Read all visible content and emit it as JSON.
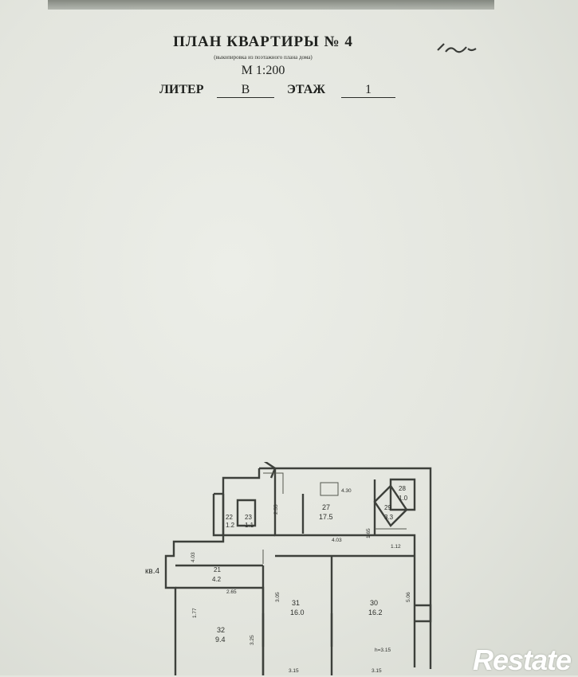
{
  "header": {
    "title": "ПЛАН КВАРТИРЫ № 4",
    "subtitle": "(выкопировка из поэтажного плана дома)",
    "scale": "М 1:200",
    "liter_label": "ЛИТЕР",
    "liter_value": "В",
    "floor_label": "ЭТАЖ",
    "floor_value": "1"
  },
  "plan": {
    "unit_label": "кв.4",
    "rooms": [
      {
        "number": "22",
        "area": "1.2"
      },
      {
        "number": "23",
        "area": "1.1"
      },
      {
        "number": "27",
        "area": "17.5"
      },
      {
        "number": "28",
        "area": "1.0"
      },
      {
        "number": "29",
        "area": "3.3"
      },
      {
        "number": "21",
        "area": "4.2"
      },
      {
        "number": "31",
        "area": "16.0"
      },
      {
        "number": "30",
        "area": "16.2"
      },
      {
        "number": "32",
        "area": "9.4"
      }
    ],
    "dimensions": [
      "4.30",
      "2.55",
      "4.03",
      "1.12",
      "1.65",
      "2.65",
      "1.77",
      "3.05",
      "3.25",
      "5.06",
      "3.15",
      "3.15",
      "4.03"
    ],
    "height_note": "h=3.15"
  },
  "watermark": "Restate"
}
